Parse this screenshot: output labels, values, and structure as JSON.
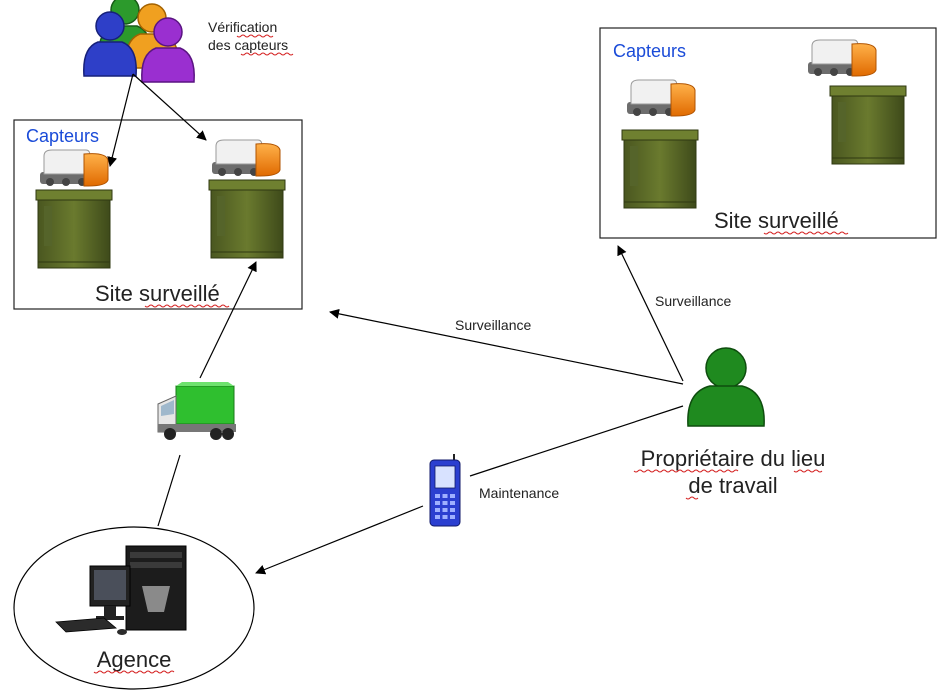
{
  "colors": {
    "link_blue": "#1a4bd8",
    "spellcheck_red": "#d42020",
    "box_olive": "#5c6b25",
    "sensor_orange": "#f08a1c",
    "truck_green": "#2fbf2f",
    "person_green": "#1f8a1f"
  },
  "top_people": {
    "icon": "people-group-icon",
    "caption_line1": "Vérification",
    "caption_line2": "des capteurs"
  },
  "left_site": {
    "capteurs": "Capteurs",
    "site_word": "Site",
    "surveille_word": "surveillé"
  },
  "right_site": {
    "capteurs": "Capteurs",
    "site_word": "Site",
    "surveille_word": "surveillé"
  },
  "edges": {
    "surveillance_left": "Surveillance",
    "surveillance_right": "Surveillance",
    "maintenance": "Maintenance"
  },
  "owner": {
    "icon": "person-icon",
    "line1": "Propriétaire du lieu",
    "line2": "de travail"
  },
  "agency": {
    "icon": "computer-icon",
    "label": "Agence"
  },
  "truck": {
    "icon": "truck-icon"
  },
  "phone": {
    "icon": "mobile-phone-icon"
  }
}
